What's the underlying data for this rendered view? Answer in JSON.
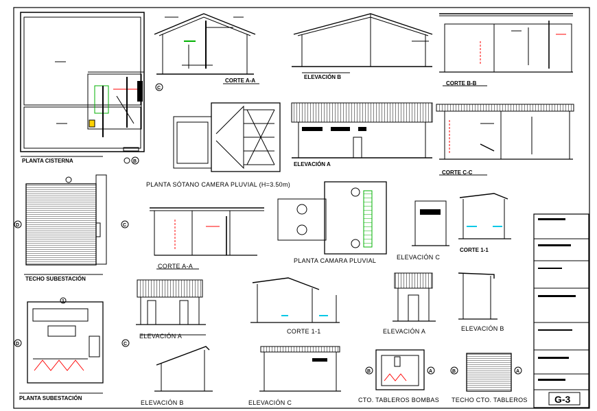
{
  "colors": {
    "line": "#000000",
    "accent_red": "#ff0000",
    "accent_green": "#00b000",
    "accent_cyan": "#00c8e6",
    "gray": "#8a8a8a",
    "frame_bg": "#ffffff"
  },
  "labels": {
    "planta_cisterna": "PLANTA CISTERNA",
    "corte_aa_top": "CORTE A-A",
    "elevacion_b_top": "ELEVACIÓN B",
    "corte_bb": "CORTE B-B",
    "elevacion_a_top": "ELEVACIÓN A",
    "corte_cc": "CORTE C-C",
    "planta_sotano": "PLANTA SÓTANO CAMERA PLUVIAL  (H=3.50m)",
    "techo_subestacion": "TECHO SUBESTACIÓN",
    "corte_aa_mid": "CORTE A-A",
    "planta_camara": "PLANTA CAMARA PLUVIAL",
    "elevacion_c_mid": "ELEVACIÓN C",
    "corte_11_mid": "CORTE 1-1",
    "planta_subestacion": "PLANTA SUBESTACIÓN",
    "elevacion_a_low": "ELEVACIÓN A",
    "corte_11_low": "CORTE 1-1",
    "elevacion_a_right": "ELEVACIÓN A",
    "elevacion_b_right": "ELEVACIÓN B",
    "elevacion_b_bottom": "ELEVACIÓN B",
    "elevacion_c_bottom": "ELEVACIÓN C",
    "cto_tableros_bombas": "CTO. TABLEROS BOMBAS",
    "techo_cto_tableros": "TECHO CTO. TABLEROS",
    "sheet_number": "G-3"
  },
  "markers": {
    "a": "A",
    "b": "B",
    "c": "C",
    "d": "D",
    "one": "1"
  }
}
